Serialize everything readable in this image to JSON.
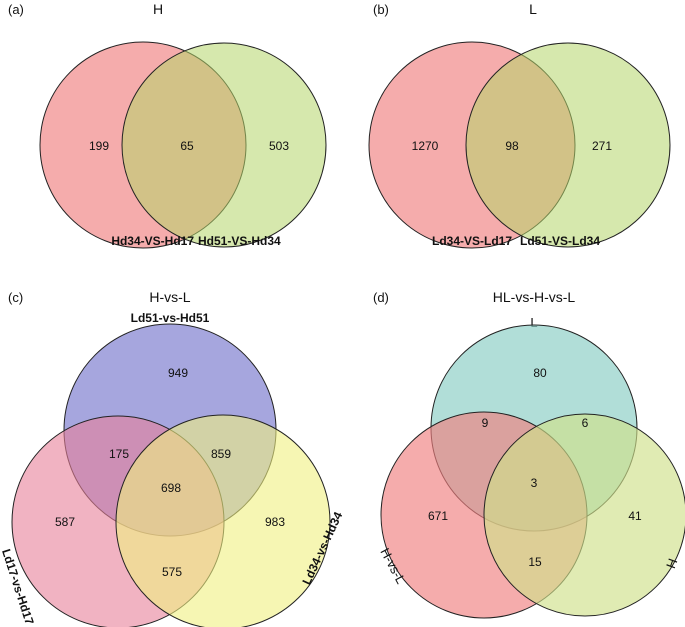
{
  "panels": {
    "a": {
      "panel_label": "(a)",
      "title": "H",
      "sets": [
        "Hd34-VS-Hd17",
        "Hd51-VS-Hd34"
      ],
      "regions": {
        "only_1": "199",
        "both": "65",
        "only_2": "503"
      },
      "colors": {
        "set1": "#f08080",
        "set2": "#b5d56a"
      }
    },
    "b": {
      "panel_label": "(b)",
      "title": "L",
      "sets": [
        "Ld34-VS-Ld17",
        "Ld51-VS-Ld34"
      ],
      "regions": {
        "only_1": "1270",
        "both": "98",
        "only_2": "271"
      },
      "colors": {
        "set1": "#f08080",
        "set2": "#b5d56a"
      }
    },
    "c": {
      "panel_label": "(c)",
      "title": "H-vs-L",
      "sets": [
        "Ld51-vs-Hd51",
        "Ld17-vs-Hd17",
        "Ld34-vs-Hd34"
      ],
      "regions": {
        "top_only": "949",
        "top_left": "175",
        "top_right": "859",
        "center": "698",
        "left_only": "587",
        "right_only": "983",
        "left_right": "575"
      },
      "colors": {
        "top": "#8080d0",
        "left": "#e8809a",
        "right": "#f0f080"
      }
    },
    "d": {
      "panel_label": "(d)",
      "title": "HL-vs-H-vs-L",
      "sets": [
        "L",
        "H-vs-L",
        "H"
      ],
      "regions": {
        "top_only": "80",
        "top_left": "9",
        "top_right": "6",
        "center": "3",
        "left_only": "671",
        "right_only": "41",
        "left_right": "15"
      },
      "colors": {
        "top": "#90d0c8",
        "left": "#f08080",
        "right": "#d0e08a"
      }
    }
  }
}
